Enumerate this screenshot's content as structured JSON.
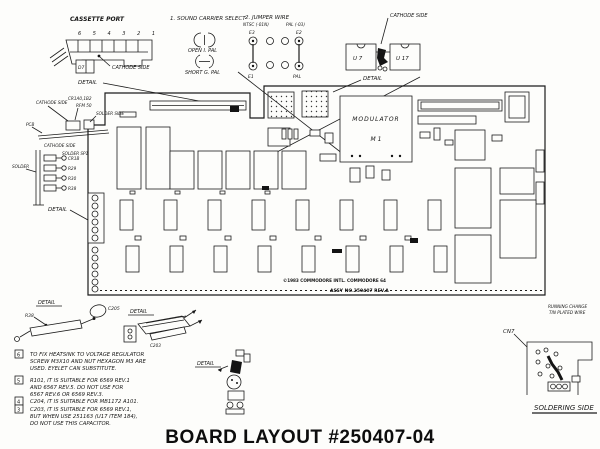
{
  "page": {
    "title": "BOARD LAYOUT #250407-04"
  },
  "details": {
    "cassette": {
      "title": "CASSETTE PORT",
      "pins": "6 5 4 3 2 1",
      "cathode": "CATHODE SIDE",
      "detail": "DETAIL",
      "part": "D7"
    },
    "sound_carrier": {
      "title": "1. SOUND CARRIER SELECT",
      "open": "OPEN I. PAL",
      "short": "SHORT G. PAL"
    },
    "jumper": {
      "title": "2. JUMPER WIRE",
      "ntsc": "NTSC (-01N)",
      "pal": "PAL (-03)",
      "e3": "E3",
      "e1": "E1",
      "e2": "E2",
      "pal_pin": "PAL"
    },
    "cathode_right": {
      "cathode": "CATHODE SIDE",
      "u7": "U 7",
      "u17": "U 17",
      "detail": "DETAIL"
    },
    "left_top": {
      "cathode": "CATHODE SIDE",
      "cr": "CR1A0,1B2",
      "rfm": "RFM 50",
      "pcb": "PCB",
      "solder": "SOLDER SIDE"
    },
    "left_mid": {
      "cathode": "CATHODE SIDE",
      "solder_sp": "SOLDER SP1",
      "solder": "SOLDER",
      "cr1b": "CR1B",
      "r29": "R29",
      "r30": "R30",
      "r38": "R38",
      "detail": "DETAIL"
    },
    "r38c205": {
      "detail": "DETAIL",
      "r38": "R38",
      "c205": "C205"
    },
    "heatsink": {
      "detail": "DETAIL",
      "part": "C203"
    },
    "mid": {
      "detail": "DETAIL"
    },
    "corner": {
      "running1": "RUNNING CHANGE",
      "running2": "TIN PLATED WIRE",
      "cn7": "CN7",
      "soldering": "SOLDERING SIDE"
    }
  },
  "board": {
    "modulator": "MODULATOR",
    "m1": "M 1",
    "copyright": "©1983 COMMODORE INTL. COMMODORE 64",
    "assy": "ASSY NO.250407 REV.A"
  },
  "footnotes": [
    {
      "num": "6",
      "lines": [
        "TO FIX HEATSINK TO VOLTAGE REGULATOR",
        "SCREW M3X10 AND NUT HEXAGON M3 ARE",
        "USED. EYELET CAN SUBSTITUTE."
      ]
    },
    {
      "num": "5",
      "lines": [
        "R101, IT IS SUITABLE FOR 6569 REV.1",
        "AND 6567 REV.5. DO NOT USE FOR",
        "6567 REV.6 OR 6569 REV.3."
      ]
    },
    {
      "num": "4",
      "lines": [
        "C204, IT IS SUITABLE FOR MB1172 A101."
      ]
    },
    {
      "num": "3",
      "lines": [
        "C203, IT IS SUITABLE FOR 6569 REV.1,",
        "BUT WHEN USE 251163 (U17 ITEM 184),",
        "DO NOT USE THIS CAPACITOR."
      ]
    }
  ]
}
